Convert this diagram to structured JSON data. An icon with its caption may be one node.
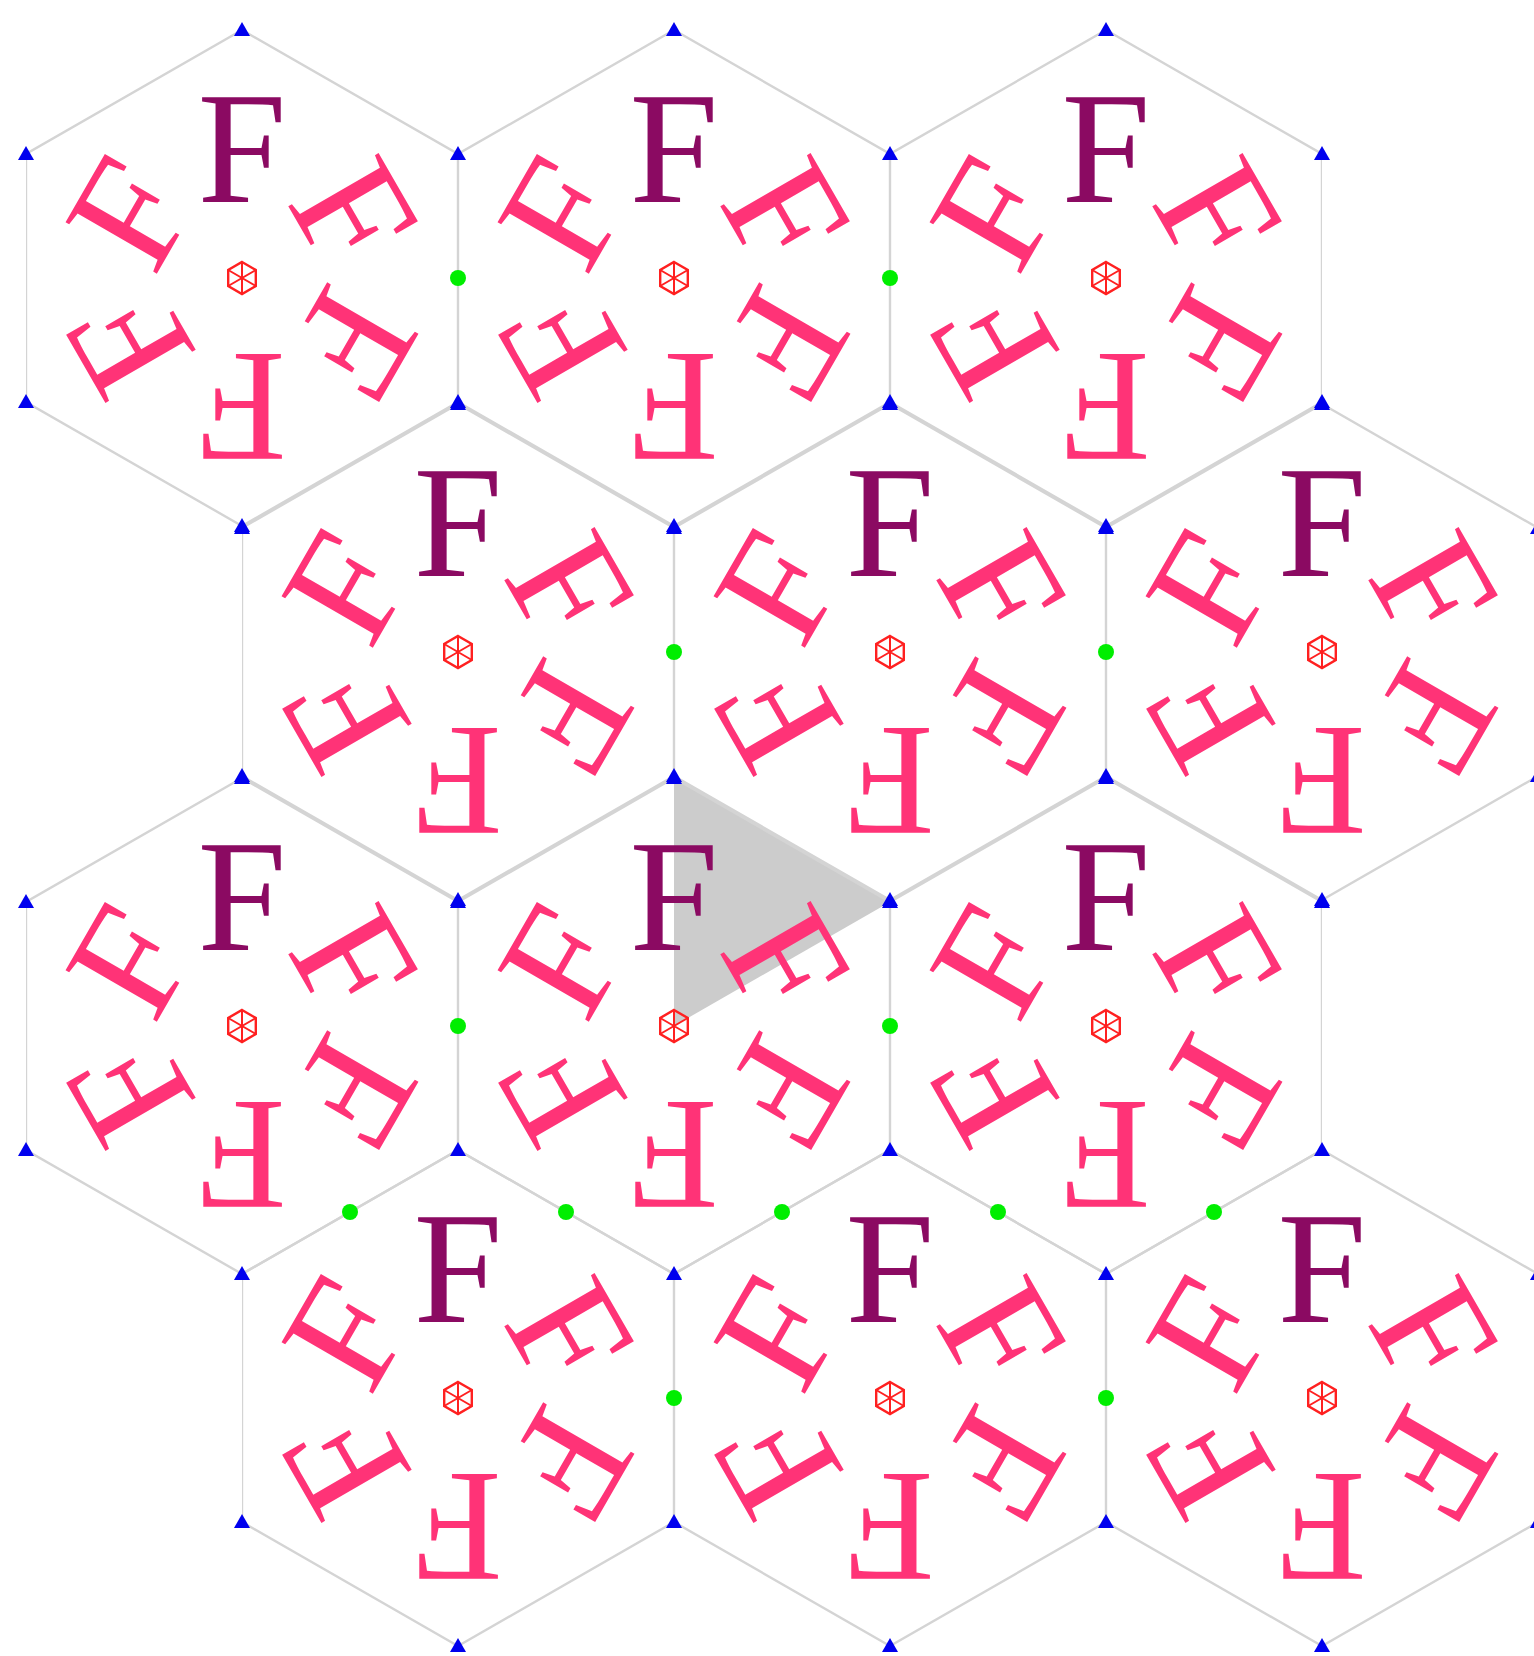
{
  "diagram": {
    "nodes": [
      {
        "text": [
          "F",
          "F",
          "F",
          "F",
          "F",
          "F"
        ]
      },
      {
        "text": [
          "F",
          "F",
          "F",
          "F",
          "F",
          "F"
        ]
      },
      {
        "text": [
          "F",
          "F",
          "F",
          "F",
          "F",
          "F"
        ]
      },
      {
        "text": [
          "F",
          "F",
          "F",
          "F",
          "F",
          "F"
        ]
      },
      {
        "text": [
          "F",
          "F",
          "F",
          "F",
          "F",
          "F"
        ]
      },
      {
        "text": [
          "F",
          "F",
          "F",
          "F",
          "F",
          "F"
        ]
      },
      {
        "text": [
          "F",
          "F",
          "F",
          "F",
          "F",
          "F"
        ]
      },
      {
        "text": [
          "F",
          "F",
          "F",
          "F",
          "F",
          "F"
        ]
      },
      {
        "text": [
          "F",
          "F",
          "F",
          "F",
          "F",
          "F"
        ]
      },
      {
        "text": [
          "F",
          "F",
          "F",
          "F",
          "F",
          "F"
        ]
      },
      {
        "text": [
          "F",
          "F",
          "F",
          "F",
          "F",
          "F"
        ]
      },
      {
        "text": [
          "F",
          "F",
          "F",
          "F",
          "F",
          "F"
        ]
      }
    ]
  }
}
